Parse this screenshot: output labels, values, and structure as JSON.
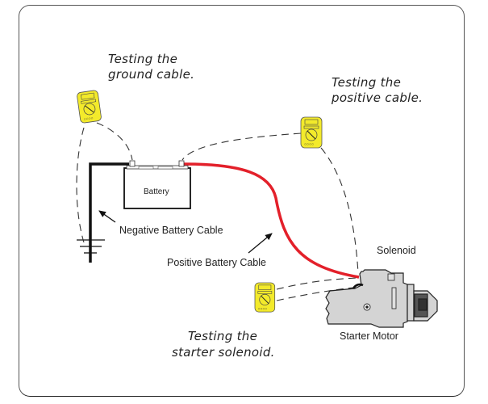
{
  "diagram": {
    "annotations": {
      "ground_test": [
        "Testing the",
        "ground cable."
      ],
      "positive_test": [
        "Testing the",
        "positive cable."
      ],
      "solenoid_test": [
        "Testing the",
        "starter solenoid."
      ]
    },
    "labels": {
      "battery": "Battery",
      "negative_cable": "Negative Battery Cable",
      "positive_cable": "Positive Battery Cable",
      "solenoid": "Solenoid",
      "starter_motor": "Starter Motor"
    },
    "colors": {
      "positive_cable": "#e3202a",
      "negative_cable": "#111111",
      "multimeter": "#f3ea2b",
      "starter_body": "#d4d4d4"
    }
  }
}
